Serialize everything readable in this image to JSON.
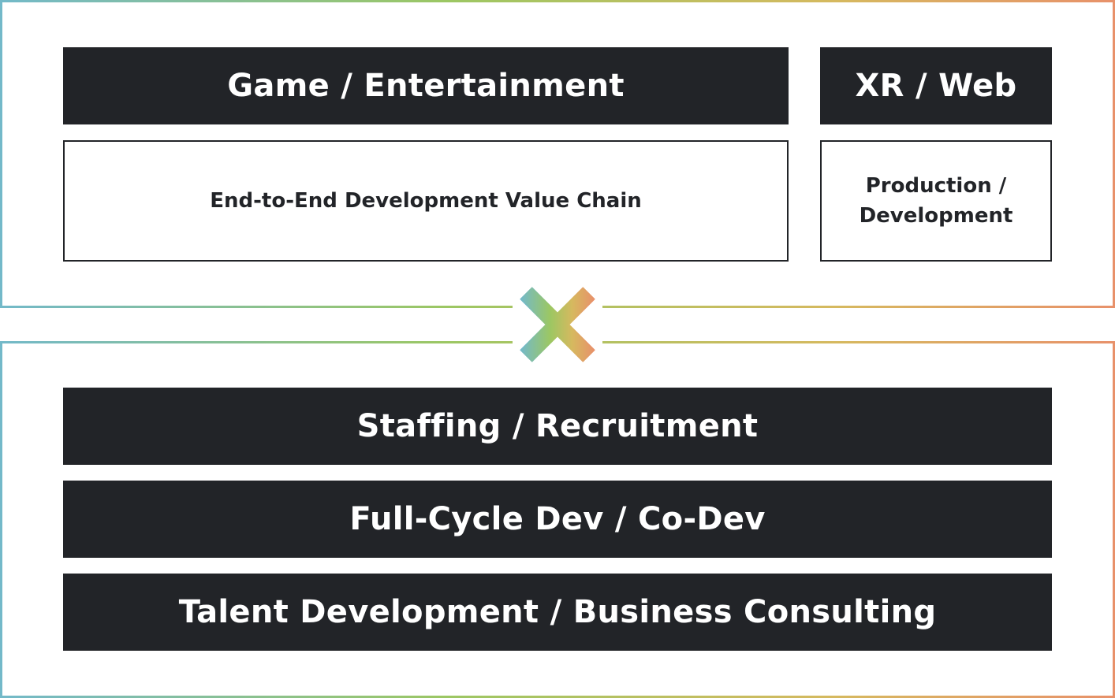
{
  "top_section": {
    "game_header": "Game / Entertainment",
    "game_detail": "End-to-End Development Value Chain",
    "xr_header": "XR / Web",
    "xr_detail_line1": "Production /",
    "xr_detail_line2": "Development"
  },
  "bottom_section": {
    "items": [
      {
        "label": "Staffing / Recruitment"
      },
      {
        "label": "Full-Cycle Dev / Co-Dev"
      },
      {
        "label": "Talent Development / Business Consulting"
      }
    ]
  },
  "colors": {
    "dark": "#222428",
    "gradient_start": "#73b9c9",
    "gradient_mid": "#9cc763",
    "gradient_end": "#e8916a"
  },
  "connector_icon": "cross-multiply-icon"
}
